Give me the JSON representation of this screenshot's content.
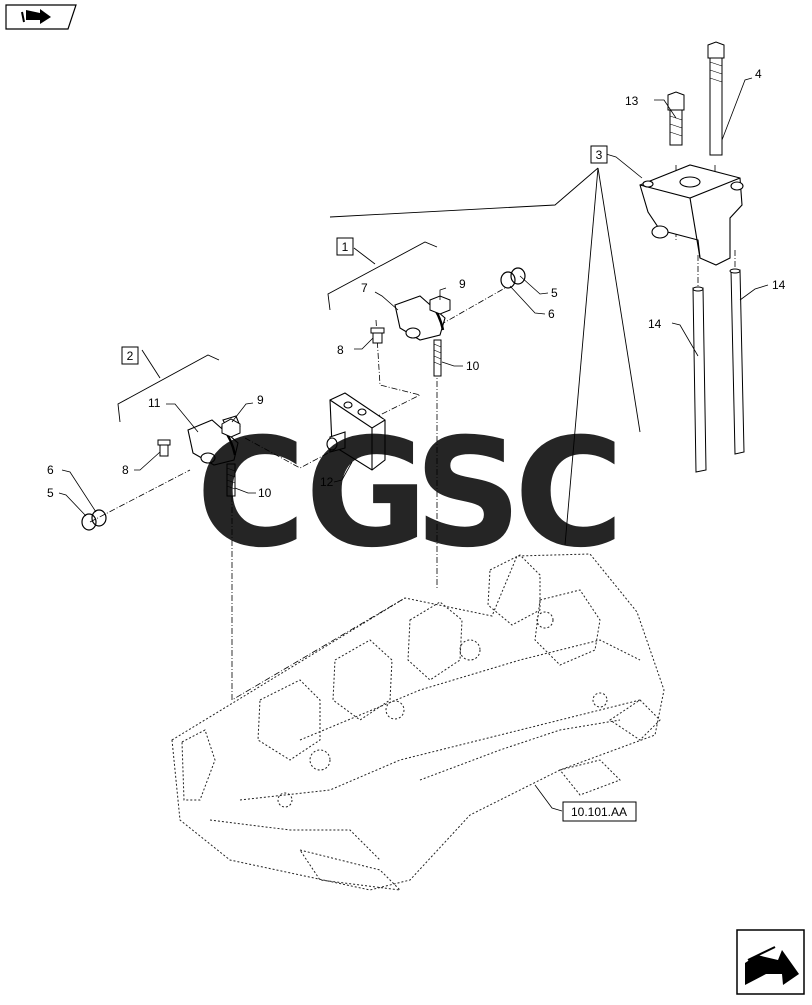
{
  "callouts": {
    "c1": "1",
    "c2": "2",
    "c3": "3",
    "c4": "4",
    "c5a": "5",
    "c5b": "5",
    "c6a": "6",
    "c6b": "6",
    "c7": "7",
    "c8a": "8",
    "c8b": "8",
    "c9a": "9",
    "c9b": "9",
    "c10a": "10",
    "c10b": "10",
    "c11": "11",
    "c12": "12",
    "c13": "13",
    "c14a": "14",
    "c14b": "14"
  },
  "reference": "10.101.AA",
  "watermark": {
    "letters": [
      "C",
      "G",
      "S",
      "C"
    ],
    "colors": [
      "#6ea8f5",
      "#f07f7b",
      "#f8d769",
      "#6fc39d"
    ]
  },
  "icons": {
    "top_left": "back-arrow-icon",
    "bottom_right": "next-page-arrow-icon"
  }
}
